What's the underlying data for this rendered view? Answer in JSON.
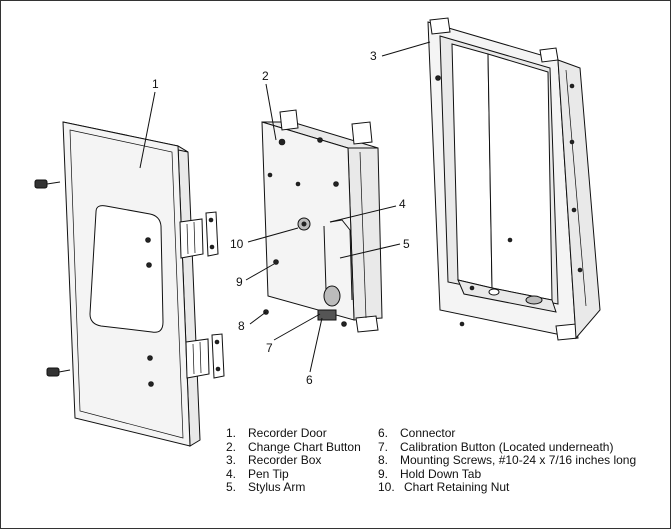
{
  "callouts": {
    "c1": "1",
    "c2": "2",
    "c3": "3",
    "c4": "4",
    "c5": "5",
    "c6": "6",
    "c7": "7",
    "c8": "8",
    "c9": "9",
    "c10": "10"
  },
  "legend": {
    "left": [
      {
        "num": "1.",
        "label": "Recorder Door"
      },
      {
        "num": "2.",
        "label": "Change Chart Button"
      },
      {
        "num": "3.",
        "label": "Recorder Box"
      },
      {
        "num": "4.",
        "label": "Pen Tip"
      },
      {
        "num": "5.",
        "label": "Stylus Arm"
      }
    ],
    "right": [
      {
        "num": "6.",
        "label": "Connector"
      },
      {
        "num": "7.",
        "label": "Calibration Button (Located underneath)"
      },
      {
        "num": "8.",
        "label": "Mounting Screws, #10-24 x 7/16 inches long"
      },
      {
        "num": "9.",
        "label": "Hold Down Tab"
      },
      {
        "num": "10.",
        "label": "Chart Retaining Nut"
      }
    ]
  }
}
